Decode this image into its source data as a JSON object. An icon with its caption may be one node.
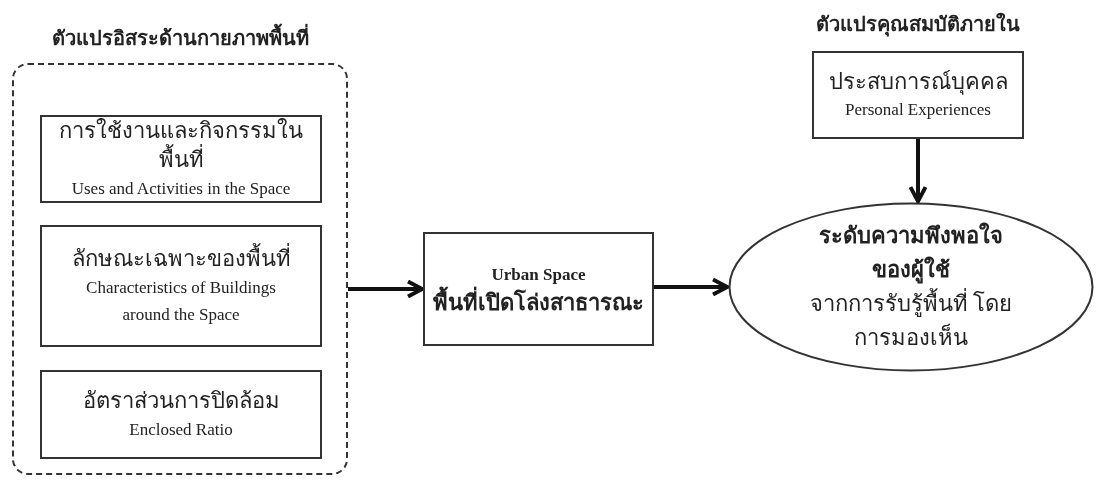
{
  "diagram": {
    "nodes": [
      {
        "text": [
          "ตัวแปรอิสระด้านกายภาพพื้นที่"
        ]
      },
      {
        "text": [
          "การใช้งานและกิจกรรมในพื้นที่",
          "Uses and Activities in the Space"
        ],
        "in": 0
      },
      {
        "text": [
          "ลักษณะเฉพาะของพื้นที่",
          "Characteristics of Buildings around the Space"
        ],
        "in": 0
      },
      {
        "text": [
          "อัตราส่วนการปิดล้อม",
          "Enclosed Ratio"
        ],
        "in": 0
      },
      {
        "text": [
          "Urban Space",
          "พื้นที่เปิดโล่งสาธารณะ"
        ]
      },
      {
        "text": [
          "ตัวแปรคุณสมบัติภายใน",
          "ประสบการณ์บุคคล",
          "Personal Experiences"
        ]
      },
      {
        "text": [
          "ระดับความพึงพอใจของผู้ใช้",
          "จากการรับรู้พื้นที่ โดยการมองเห็น"
        ]
      }
    ],
    "edges": [
      {
        "from": 0,
        "to": 4,
        "arrow": "to"
      },
      {
        "from": 4,
        "to": 6,
        "arrow": "to"
      },
      {
        "from": 5,
        "to": 6,
        "arrow": "to"
      }
    ]
  }
}
